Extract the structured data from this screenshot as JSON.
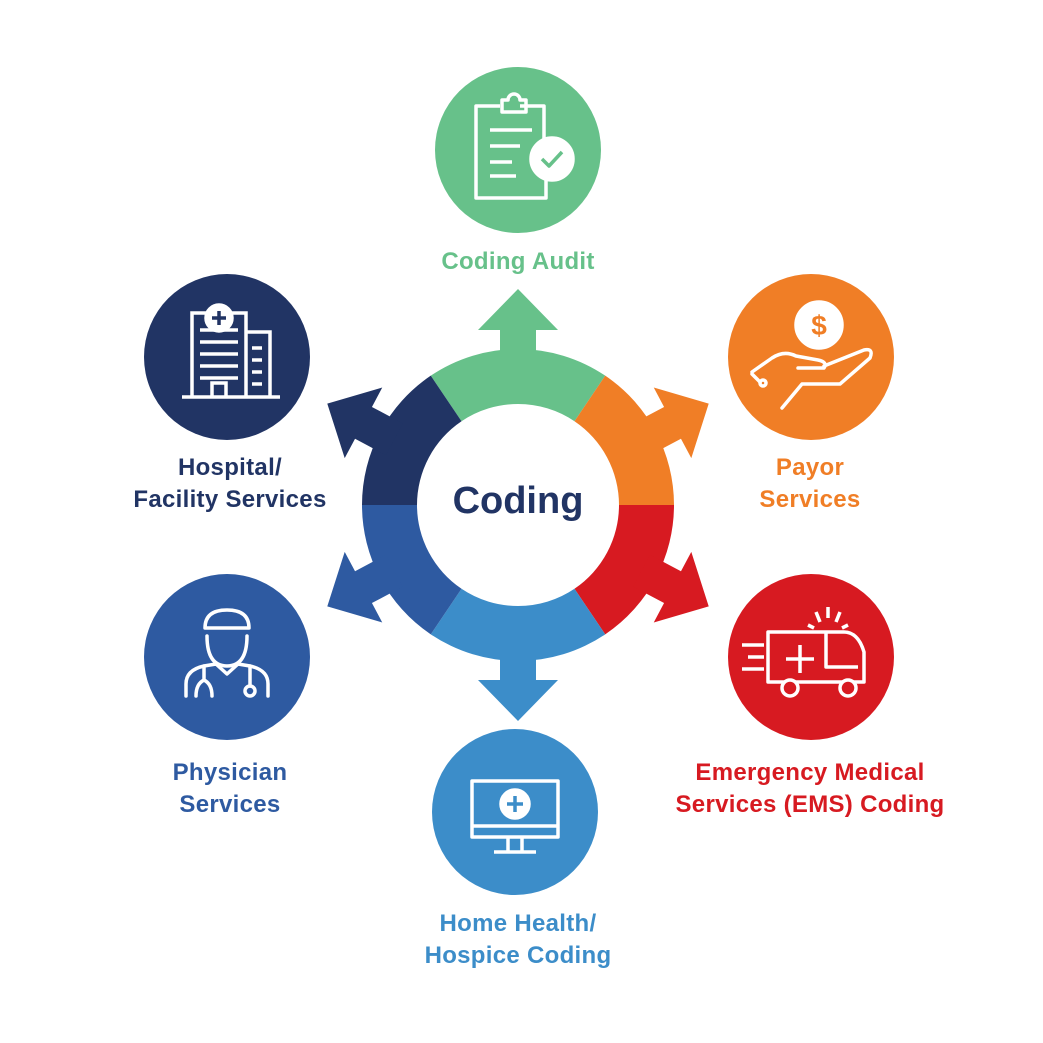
{
  "center": {
    "title": "Coding"
  },
  "services": [
    {
      "id": "coding-audit",
      "lines": [
        "Coding Audit"
      ],
      "color": "#67C18A",
      "icon": "clipboard-check-icon"
    },
    {
      "id": "payor-services",
      "lines": [
        "Payor",
        "Services"
      ],
      "color": "#F07E26",
      "icon": "hand-dollar-icon"
    },
    {
      "id": "ems-coding",
      "lines": [
        "Emergency Medical",
        "Services (EMS) Coding"
      ],
      "color": "#D71A21",
      "icon": "ambulance-icon"
    },
    {
      "id": "home-health",
      "lines": [
        "Home Health/",
        "Hospice Coding"
      ],
      "color": "#3C8DC9",
      "icon": "monitor-plus-icon"
    },
    {
      "id": "physician-services",
      "lines": [
        "Physician",
        "Services"
      ],
      "color": "#2E5AA1",
      "icon": "doctor-icon"
    },
    {
      "id": "hospital-services",
      "lines": [
        "Hospital/",
        "Facility Services"
      ],
      "color": "#213464",
      "icon": "hospital-building-icon"
    }
  ]
}
